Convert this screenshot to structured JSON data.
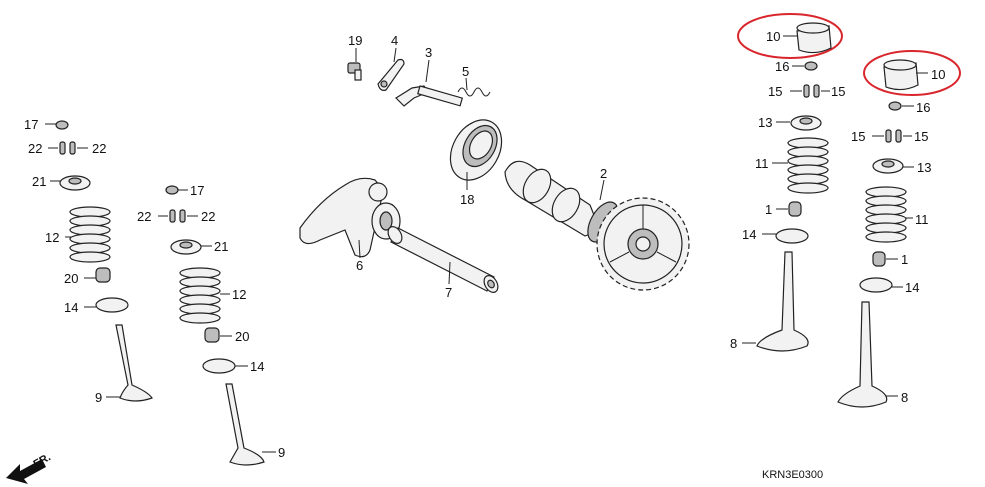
{
  "diagram_code": "KRN3E0300",
  "front_marker": "FR.",
  "highlight_color": "#d9262c",
  "callouts": {
    "c1": "1",
    "c1b": "1",
    "c2": "2",
    "c3": "3",
    "c4": "4",
    "c5": "5",
    "c6": "6",
    "c7": "7",
    "c8": "8",
    "c8b": "8",
    "c9": "9",
    "c9b": "9",
    "c10": "10",
    "c10b": "10",
    "c11": "11",
    "c11b": "11",
    "c12": "12",
    "c12b": "12",
    "c13": "13",
    "c13b": "13",
    "c14": "14",
    "c14b": "14",
    "c14c": "14",
    "c14d": "14",
    "c15": "15",
    "c15b": "15",
    "c15c": "15",
    "c15d": "15",
    "c16": "16",
    "c16b": "16",
    "c17": "17",
    "c17b": "17",
    "c18": "18",
    "c19": "19",
    "c20": "20",
    "c20b": "20",
    "c21": "21",
    "c21b": "21",
    "c22": "22",
    "c22b": "22",
    "c22c": "22",
    "c22d": "22"
  }
}
